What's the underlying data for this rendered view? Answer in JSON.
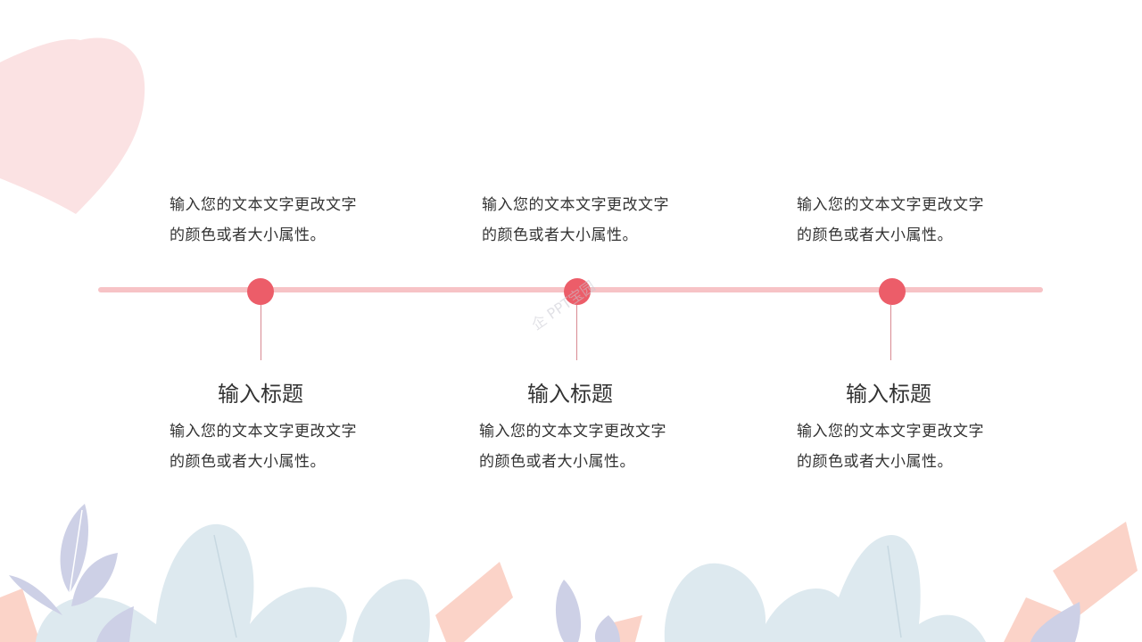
{
  "colors": {
    "timeline_line": "#f7c3c6",
    "dot": "#ec5d69",
    "stem": "#d88a92",
    "heart": "#fbe2e3",
    "leaf_blue": "#dde9ef",
    "leaf_lavender": "#cdd0e6",
    "ribbon": "#fbd3c8"
  },
  "watermark": "企 PPT宝园",
  "timeline": {
    "items": [
      {
        "top_text": "输入您的文本文字更改文字的颜色或者大小属性。",
        "title": "输入标题",
        "bottom_text": "输入您的文本文字更改文字的颜色或者大小属性。"
      },
      {
        "top_text": "输入您的文本文字更改文字的颜色或者大小属性。",
        "title": "输入标题",
        "bottom_text": "输入您的文本文字更改文字的颜色或者大小属性。"
      },
      {
        "top_text": "输入您的文本文字更改文字的颜色或者大小属性。",
        "title": "输入标题",
        "bottom_text": "输入您的文本文字更改文字的颜色或者大小属性。"
      }
    ]
  }
}
